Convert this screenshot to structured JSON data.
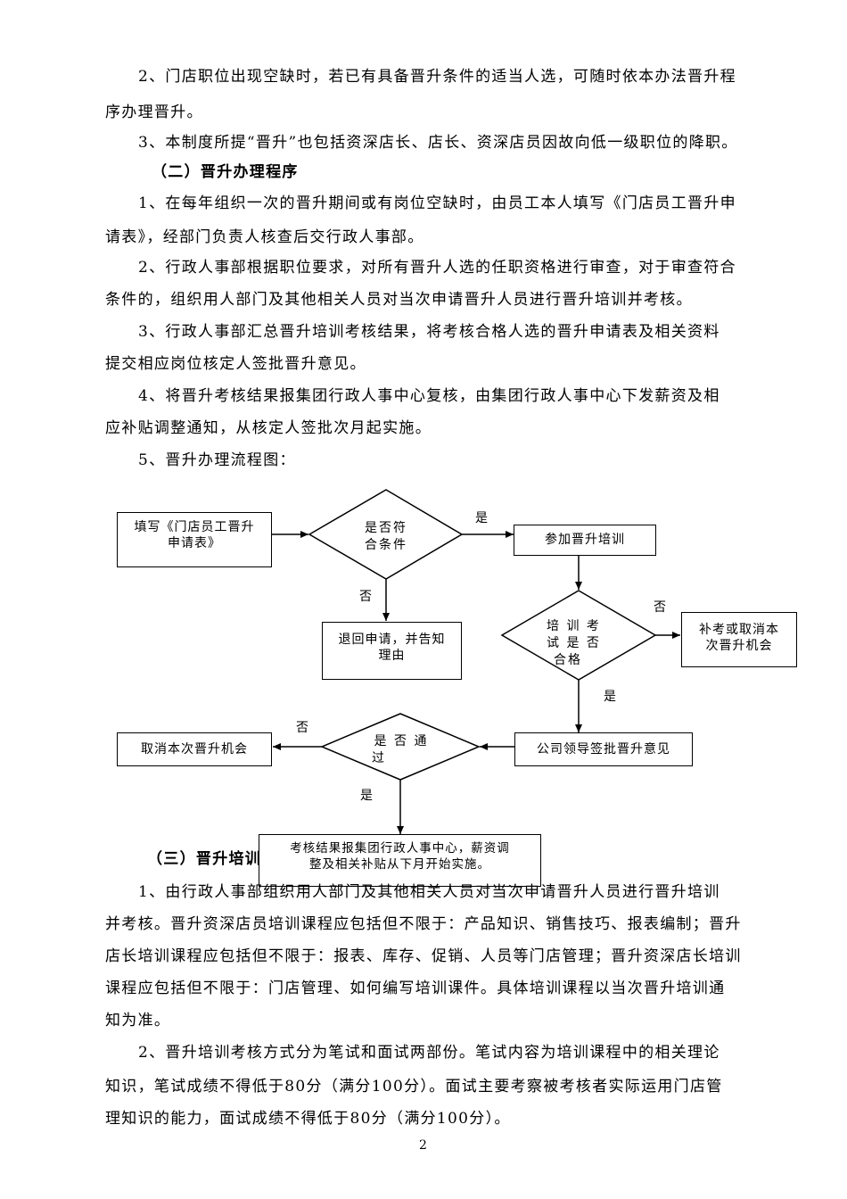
{
  "paragraphs": {
    "p1_line1": "2、门店职位出现空缺时，若已有具备晋升条件的适当人选，可随时依本办法晋升程",
    "p1_line2": "序办理晋升。",
    "p2": "3、本制度所提“晋升”也包括资深店长、店长、资深店员因故向低一级职位的降职。",
    "heading2": "（二）晋升办理程序",
    "p3_line1": "1、在每年组织一次的晋升期间或有岗位空缺时，由员工本人填写《门店员工晋升申",
    "p3_line2": "请表》，经部门负责人核查后交行政人事部。",
    "p4_line1": "2、行政人事部根据职位要求，对所有晋升人选的任职资格进行审查，对于审查符合",
    "p4_line2": "条件的，组织用人部门及其他相关人员对当次申请晋升人员进行晋升培训并考核。",
    "p5_line1": "3、行政人事部汇总晋升培训考核结果，将考核合格人选的晋升申请表及相关资料",
    "p5_line2": "提交相应岗位核定人签批晋升意见。",
    "p6_line1": "4、将晋升考核结果报集团行政人事中心复核，由集团行政人事中心下发薪资及相",
    "p6_line2": "应补贴调整通知，从核定人签批次月起实施。",
    "p7": "5、晋升办理流程图：",
    "heading3": "（三）晋升培训",
    "p8_line1": "1、由行政人事部组织用人部门及其他相关人员对当次申请晋升人员进行晋升培训",
    "p8_line2": "并考核。晋升资深店员培训课程应包括但不限于：产品知识、销售技巧、报表编制；晋升",
    "p8_line3": "店长培训课程应包括但不限于：报表、库存、促销、人员等门店管理；晋升资深店长培训",
    "p8_line4": "课程应包括但不限于：门店管理、如何编写培训课件。具体培训课程以当次晋升培训通",
    "p8_line5": "知为准。",
    "p9_line1": "2、晋升培训考核方式分为笔试和面试两部份。笔试内容为培训课程中的相关理论",
    "p9_line2": "知识，笔试成绩不得低于80分（满分100分）。面试主要考察被考核者实际运用门店管",
    "p9_line3": "理知识的能力，面试成绩不得低于80分（满分100分）。"
  },
  "flowchart": {
    "fill_form_l1": "填写《门店员工晋升",
    "fill_form_l2": "申请表》",
    "eligible_l1": "是否符",
    "eligible_l2": "合条件",
    "training": "参加晋升培训",
    "return_l1": "退回申请，并告知",
    "return_l2": "理由",
    "exam_l1": "培 训 考",
    "exam_l2": "试 是 否",
    "exam_l3": "合格",
    "makeup_l1": "补考或取消本",
    "makeup_l2": "次晋升机会",
    "leader": "公司领导签批晋升意见",
    "passed_l1": "是 否 通",
    "passed_l2": "过",
    "cancel": "取消本次晋升机会",
    "report_l1": "考核结果报集团行政人事中心，薪资调",
    "report_l2": "整及相关补贴从下月开始实施。",
    "yes": "是",
    "no": "否"
  },
  "page_number": "2"
}
